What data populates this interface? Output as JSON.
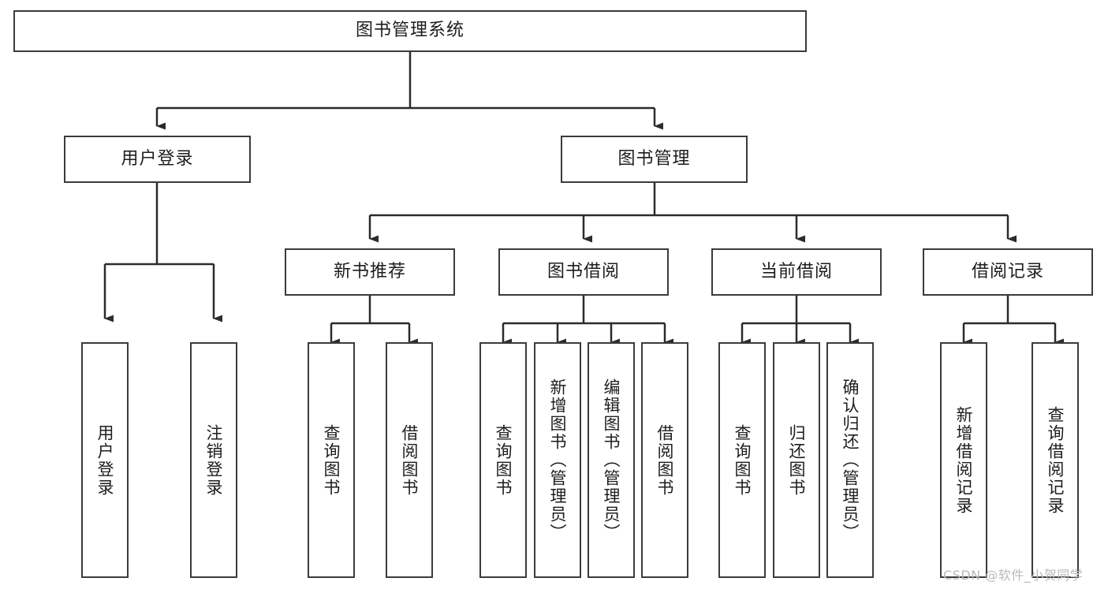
{
  "diagram": {
    "type": "tree",
    "title": "图书管理系统",
    "watermark": "CSDN @软件_小贺同学",
    "colors": {
      "border": "#3b3b3b",
      "background": "#ffffff",
      "text": "#1d1d1d",
      "watermark": "#b9b9b9"
    },
    "levels": {
      "root": {
        "label": "图书管理系统"
      },
      "level2": [
        {
          "id": "user-login",
          "label": "用户登录"
        },
        {
          "id": "book-manage",
          "label": "图书管理"
        }
      ],
      "level3": [
        {
          "id": "new-book-rec",
          "label": "新书推荐",
          "parent": "book-manage"
        },
        {
          "id": "book-borrow",
          "label": "图书借阅",
          "parent": "book-manage"
        },
        {
          "id": "current-borrow",
          "label": "当前借阅",
          "parent": "book-manage"
        },
        {
          "id": "borrow-record",
          "label": "借阅记录",
          "parent": "book-manage"
        }
      ],
      "leaves": [
        {
          "id": "leaf-user-login",
          "label": "用户登录",
          "parent": "user-login"
        },
        {
          "id": "leaf-user-logout",
          "label": "注销登录",
          "parent": "user-login"
        },
        {
          "id": "leaf-query-book-1",
          "label": "查询图书",
          "parent": "new-book-rec"
        },
        {
          "id": "leaf-borrow-book-1",
          "label": "借阅图书",
          "parent": "new-book-rec"
        },
        {
          "id": "leaf-query-book-2",
          "label": "查询图书",
          "parent": "book-borrow"
        },
        {
          "id": "leaf-add-book",
          "label": "新增图书（管理员）",
          "parent": "book-borrow"
        },
        {
          "id": "leaf-edit-book",
          "label": "编辑图书（管理员）",
          "parent": "book-borrow"
        },
        {
          "id": "leaf-borrow-book-2",
          "label": "借阅图书",
          "parent": "book-borrow"
        },
        {
          "id": "leaf-query-book-3",
          "label": "查询图书",
          "parent": "current-borrow"
        },
        {
          "id": "leaf-return-book",
          "label": "归还图书",
          "parent": "current-borrow"
        },
        {
          "id": "leaf-confirm-return",
          "label": "确认归还（管理员）",
          "parent": "current-borrow"
        },
        {
          "id": "leaf-add-record",
          "label": "新增借阅记录",
          "parent": "borrow-record"
        },
        {
          "id": "leaf-query-record",
          "label": "查询借阅记录",
          "parent": "borrow-record"
        }
      ]
    }
  }
}
